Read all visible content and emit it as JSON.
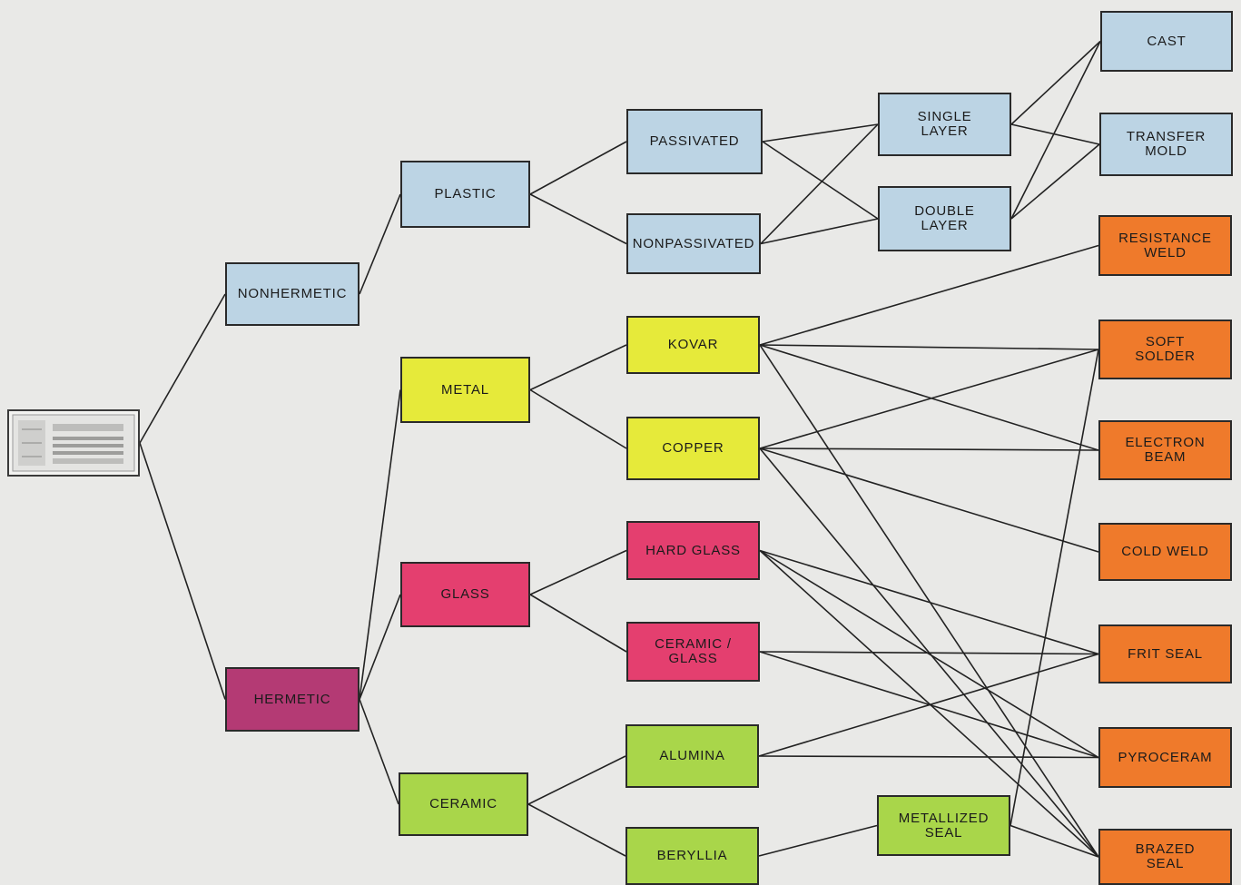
{
  "nodes": {
    "nonhermetic": "NONHERMETIC",
    "hermetic": "HERMETIC",
    "plastic": "PLASTIC",
    "metal": "METAL",
    "glass": "GLASS",
    "ceramic": "CERAMIC",
    "passivated": "PASSIVATED",
    "nonpassivated": "NONPASSIVATED",
    "kovar": "KOVAR",
    "copper": "COPPER",
    "hard_glass": "HARD GLASS",
    "ceramic_glass": "CERAMIC /\nGLASS",
    "alumina": "ALUMINA",
    "beryllia": "BERYLLIA",
    "single_layer": "SINGLE\nLAYER",
    "double_layer": "DOUBLE\nLAYER",
    "metallized_seal": "METALLIZED\nSEAL",
    "cast": "CAST",
    "transfer_mold": "TRANSFER\nMOLD",
    "resistance_weld": "RESISTANCE\nWELD",
    "soft_solder": "SOFT\nSOLDER",
    "electron_beam": "ELECTRON\nBEAM",
    "cold_weld": "COLD WELD",
    "frit_seal": "FRIT SEAL",
    "pyroceram": "PYROCERAM",
    "brazed_seal": "BRAZED\nSEAL"
  },
  "colors": {
    "plastic_family": "#bcd4e4",
    "metal_family": "#e6ea3a",
    "glass_family": "#e43f6f",
    "hermetic": "#b43a74",
    "ceramic_family": "#a9d64a",
    "sealing_methods": "#ef7a2b"
  },
  "icons": {
    "root": "integrated-circuit-chip-image"
  },
  "edges": [
    [
      "chip",
      "nonhermetic"
    ],
    [
      "chip",
      "hermetic"
    ],
    [
      "nonhermetic",
      "plastic"
    ],
    [
      "hermetic",
      "metal"
    ],
    [
      "hermetic",
      "glass"
    ],
    [
      "hermetic",
      "ceramic"
    ],
    [
      "plastic",
      "passivated"
    ],
    [
      "plastic",
      "nonpassivated"
    ],
    [
      "metal",
      "kovar"
    ],
    [
      "metal",
      "copper"
    ],
    [
      "glass",
      "hard_glass"
    ],
    [
      "glass",
      "ceramic_glass"
    ],
    [
      "ceramic",
      "alumina"
    ],
    [
      "ceramic",
      "beryllia"
    ],
    [
      "passivated",
      "single_layer"
    ],
    [
      "passivated",
      "double_layer"
    ],
    [
      "nonpassivated",
      "single_layer"
    ],
    [
      "nonpassivated",
      "double_layer"
    ],
    [
      "single_layer",
      "cast"
    ],
    [
      "single_layer",
      "transfer_mold"
    ],
    [
      "double_layer",
      "cast"
    ],
    [
      "double_layer",
      "transfer_mold"
    ],
    [
      "kovar",
      "resistance_weld"
    ],
    [
      "kovar",
      "soft_solder"
    ],
    [
      "kovar",
      "electron_beam"
    ],
    [
      "kovar",
      "brazed_seal"
    ],
    [
      "copper",
      "soft_solder"
    ],
    [
      "copper",
      "electron_beam"
    ],
    [
      "copper",
      "cold_weld"
    ],
    [
      "copper",
      "brazed_seal"
    ],
    [
      "hard_glass",
      "frit_seal"
    ],
    [
      "hard_glass",
      "pyroceram"
    ],
    [
      "hard_glass",
      "brazed_seal"
    ],
    [
      "ceramic_glass",
      "frit_seal"
    ],
    [
      "ceramic_glass",
      "pyroceram"
    ],
    [
      "alumina",
      "frit_seal"
    ],
    [
      "alumina",
      "pyroceram"
    ],
    [
      "beryllia",
      "metallized_seal"
    ],
    [
      "metallized_seal",
      "brazed_seal"
    ],
    [
      "metallized_seal",
      "soft_solder"
    ]
  ]
}
